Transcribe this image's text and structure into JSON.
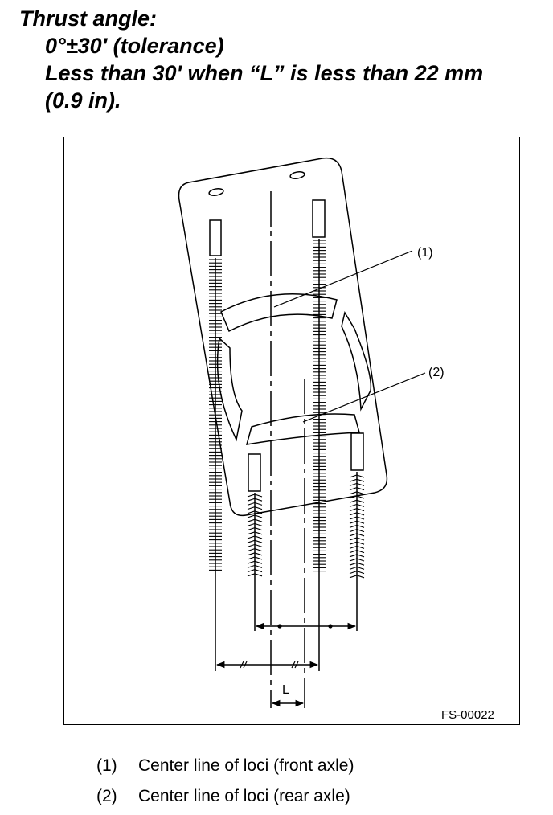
{
  "spec": {
    "title": "Thrust angle:",
    "tolerance": "0°±30′ (tolerance)",
    "condition_line1": "Less than 30′ when “L” is less than 22 mm",
    "condition_line2": "(0.9 in)."
  },
  "figure": {
    "callout_1": "(1)",
    "callout_2": "(2)",
    "dimension_label": "L",
    "code": "FS-00022"
  },
  "legend": [
    {
      "num": "(1)",
      "text": "Center line of loci (front axle)"
    },
    {
      "num": "(2)",
      "text": "Center line of loci (rear axle)"
    }
  ]
}
